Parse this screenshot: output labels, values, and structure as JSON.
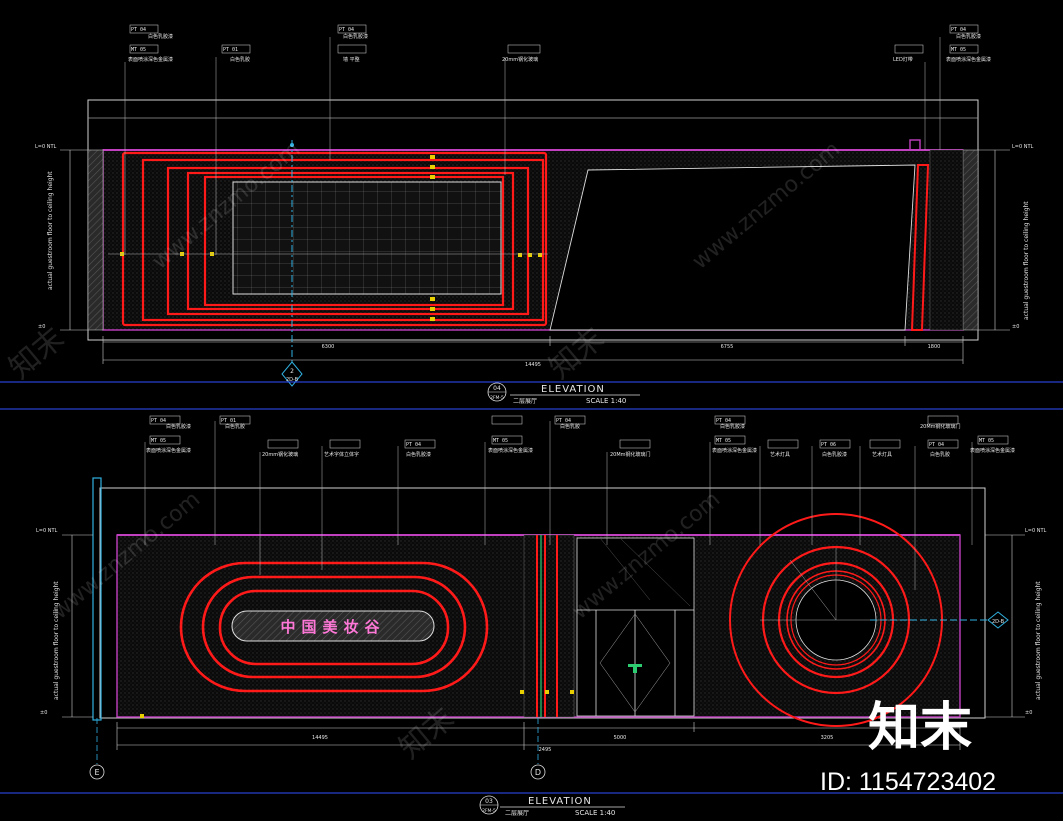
{
  "top_elevation": {
    "number": "04",
    "ref": "2FM-5",
    "title": "ELEVATION",
    "area": "二层展厅",
    "scale": "SCALE 1:40",
    "grid_tag": "2D-B",
    "grid_bubble": "2",
    "level_top": "L=0 NTL",
    "level_bottom": "±0",
    "height_note": "actual guestroom floor to ceiling height",
    "tags": [
      {
        "code": "PT 04",
        "text": "白色乳胶漆"
      },
      {
        "code": "MT 05",
        "text": "表面喷涂深色金属漆"
      },
      {
        "code": "PT 01",
        "text": "白色乳胶"
      },
      {
        "code": "PT 04",
        "text": "白色乳胶漆"
      },
      {
        "code": "",
        "text": "墙 平整"
      },
      {
        "code": "",
        "text": "20mm钢化玻璃"
      },
      {
        "code": "",
        "text": "LED灯带"
      },
      {
        "code": "PT 04",
        "text": "白色乳胶漆"
      },
      {
        "code": "MT 05",
        "text": "表面喷涂深色金属漆"
      }
    ],
    "dims": [
      "6300",
      "14495",
      "6755",
      "1800"
    ]
  },
  "bottom_elevation": {
    "number": "03",
    "ref": "2FM-5",
    "title": "ELEVATION",
    "area": "二层展厅",
    "scale": "SCALE 1:40",
    "sign_text": "中国美妆谷",
    "grid_e": "E",
    "grid_d": "D",
    "grid_tag": "2D-B",
    "level_top": "L=0 NTL",
    "level_bottom": "±0",
    "tags": [
      {
        "code": "PT 04",
        "text": "白色乳胶漆"
      },
      {
        "code": "MT 05",
        "text": "表面喷涂深色金属漆"
      },
      {
        "code": "PT 01",
        "text": "白色乳胶"
      },
      {
        "code": "",
        "text": "20mm钢化玻璃"
      },
      {
        "code": "",
        "text": "艺术字体立体字"
      },
      {
        "code": "PT 04",
        "text": "白色乳胶漆"
      },
      {
        "code": "MT 05",
        "text": "表面喷涂深色金属漆"
      },
      {
        "code": "PT 04",
        "text": "白色乳胶"
      },
      {
        "code": "",
        "text": "20Mm钢化玻璃门"
      },
      {
        "code": "PT 04",
        "text": "白色乳胶漆"
      },
      {
        "code": "MT 05",
        "text": "表面喷涂深色金属漆"
      },
      {
        "code": "",
        "text": "艺术灯具"
      },
      {
        "code": "PT 06",
        "text": "白色乳胶漆"
      },
      {
        "code": "",
        "text": "艺术灯具"
      },
      {
        "code": "",
        "text": "20Mm钢化玻璃门"
      },
      {
        "code": "PT 04",
        "text": "白色乳胶"
      },
      {
        "code": "MT 05",
        "text": "表面喷涂深色金属漆"
      }
    ],
    "dims": [
      "14495",
      "2495",
      "5000",
      "3205"
    ]
  },
  "watermark": {
    "brand_cn": "知末",
    "brand_url": "www.znzmo.com",
    "id_text": "ID: 1154723402"
  },
  "colors": {
    "red": "#ff1a1a",
    "magenta": "#c040c0",
    "cyan": "#30b0e0",
    "green": "#2ecc71",
    "yellow": "#e8d000",
    "white": "#e6e6e6",
    "blue_line": "#3050ff"
  }
}
